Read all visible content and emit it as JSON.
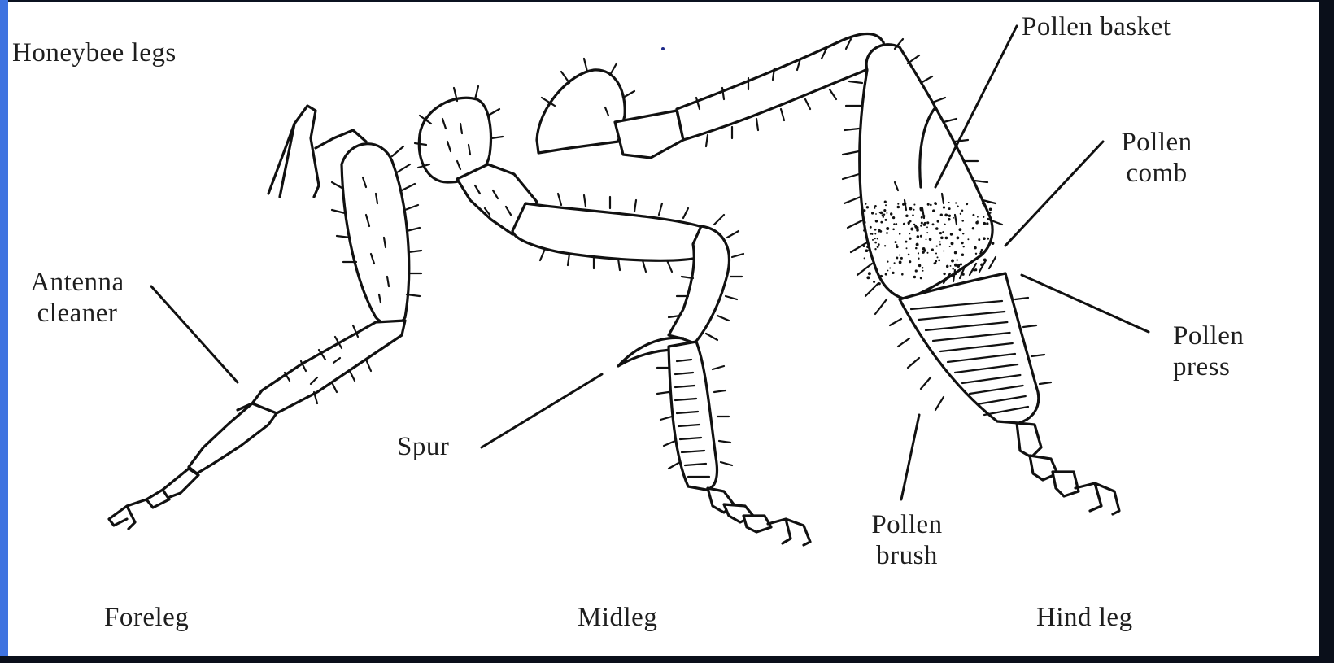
{
  "title": "Honeybee legs",
  "legs": {
    "foreleg": "Foreleg",
    "midleg": "Midleg",
    "hindleg": "Hind leg"
  },
  "labels": {
    "antenna_cleaner_line1": "Antenna",
    "antenna_cleaner_line2": "cleaner",
    "spur": "Spur",
    "pollen_basket": "Pollen basket",
    "pollen_comb_line1": "Pollen",
    "pollen_comb_line2": "comb",
    "pollen_press_line1": "Pollen",
    "pollen_press_line2": "press",
    "pollen_brush_line1": "Pollen",
    "pollen_brush_line2": "brush"
  },
  "colors": {
    "frame_left": "#3f73e0",
    "frame_dark": "#0a0f1a",
    "ink": "#111111",
    "paper": "#ffffff"
  }
}
